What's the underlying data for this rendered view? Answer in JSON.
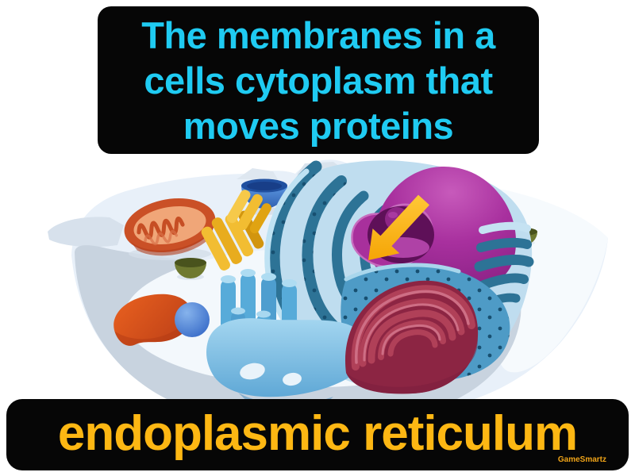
{
  "card": {
    "background_color": "#FFFFFF"
  },
  "definition_box": {
    "lines": [
      "The membranes in a",
      "cells cytoplasm that",
      "moves proteins"
    ],
    "text_color": "#1FCBF2",
    "background_color": "#060606"
  },
  "term_bar": {
    "term": "endoplasmic reticulum",
    "text_color": "#FDB713",
    "background_color": "#060606",
    "watermark": "GameSmartz",
    "watermark_color": "#F0A418"
  },
  "illustration": {
    "subject": "animal-cell-cutaway",
    "arrow_color": "#F9AF0D",
    "arrow_points_to": "endoplasmic reticulum",
    "cell_body_color": "#E8F0F9",
    "cell_base_color": "#C8D3DF",
    "organelles": [
      {
        "icon": "endoplasmic-reticulum-icon",
        "color": "#2D7396"
      },
      {
        "icon": "nucleus-icon",
        "color": "#A8309E"
      },
      {
        "icon": "mitochondrion-icon",
        "color": "#CA5026"
      },
      {
        "icon": "golgi-apparatus-icon",
        "color": "#A33353"
      },
      {
        "icon": "smooth-er-sheet-icon",
        "color": "#8CC6E8"
      },
      {
        "icon": "lysosome-blob-icon",
        "color": "#D8521E"
      },
      {
        "icon": "vesicle-cup-blue-icon",
        "color": "#3D7ED8"
      },
      {
        "icon": "vesicle-cup-red-icon",
        "color": "#C6174C"
      },
      {
        "icon": "vesicle-cup-green-icon",
        "color": "#6E7930"
      },
      {
        "icon": "vesicle-cup-green-small-icon",
        "color": "#6E7930"
      },
      {
        "icon": "peroxisome-sphere-icon",
        "color": "#3C78D4"
      },
      {
        "icon": "centriole-stack-icon",
        "color": "#F2BD32"
      }
    ]
  }
}
